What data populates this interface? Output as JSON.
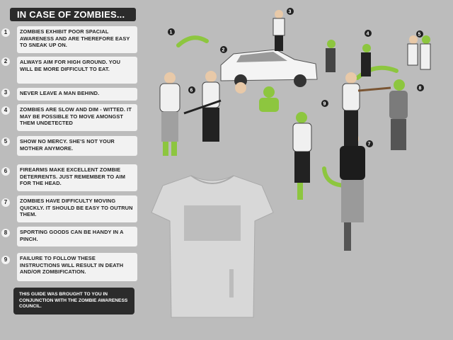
{
  "title": "IN CASE OF ZOMBIES...",
  "rules": [
    {
      "number": "1",
      "text": "ZOMBIES EXHIBIT POOR SPACIAL AWARENESS AND ARE THEREFORE EASY TO SNEAK UP ON."
    },
    {
      "number": "2",
      "text": "ALWAYS AIM FOR HIGH GROUND. YOU WILL BE MORE DIFFICULT TO EAT."
    },
    {
      "number": "3",
      "text": "NEVER LEAVE A MAN BEHIND."
    },
    {
      "number": "4",
      "text": "ZOMBIES ARE SLOW AND DIM - WITTED. IT MAY BE POSSIBLE TO MOVE AMONGST THEM UNDETECTED"
    },
    {
      "number": "5",
      "text": "SHOW NO MERCY. SHE'S NOT YOUR MOTHER ANYMORE."
    },
    {
      "number": "6",
      "text": "FIREARMS MAKE EXCELLENT ZOMBIE DETERRENTS. JUST REMEMBER TO AIM FOR THE HEAD."
    },
    {
      "number": "7",
      "text": "ZOMBIES HAVE DIFFICULTY MOVING QUICKLY. IT SHOULD BE EASY TO OUTRUN THEM."
    },
    {
      "number": "8",
      "text": "SPORTING GOODS CAN BE HANDY IN A PINCH."
    },
    {
      "number": "9",
      "text": "FAILURE TO FOLLOW THESE INSTRUCTIONS WILL RESULT IN DEATH AND/OR ZOMBIFICATION."
    }
  ],
  "footer": "THIS GUIDE WAS BROUGHT TO YOU IN CONJUNCTION WITH THE ZOMBIE AWARENESS COUNCIL.",
  "scene_markers": [
    "1",
    "2",
    "3",
    "4",
    "5",
    "6",
    "7",
    "8",
    "9"
  ],
  "colors": {
    "background": "#bcbcbc",
    "panel": "#f2f2f2",
    "dark": "#2b2b2b",
    "zombie_green": "#8dc63f",
    "tshirt": "#d8d8d8"
  }
}
